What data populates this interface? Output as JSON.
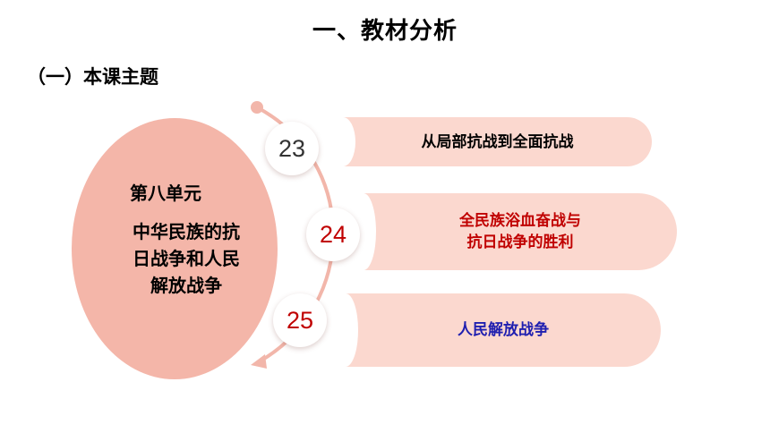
{
  "slide": {
    "title": "一、教材分析",
    "section_heading": "（一）本课主题"
  },
  "unit": {
    "label": "第八单元",
    "theme_lines": [
      "中华民族的抗",
      "日战争和人民",
      "解放战争"
    ]
  },
  "lessons": [
    {
      "number": "23",
      "title_lines": [
        "从局部抗战到全面抗战"
      ],
      "number_color": "#333333",
      "title_color": "#000000"
    },
    {
      "number": "24",
      "title_lines": [
        "全民族浴血奋战与",
        "抗日战争的胜利"
      ],
      "number_color": "#c00000",
      "title_color": "#c00000"
    },
    {
      "number": "25",
      "title_lines": [
        "人民解放战争"
      ],
      "number_color": "#c00000",
      "title_color": "#1f1fb0"
    }
  ],
  "colors": {
    "ellipse": "#f4b6a9",
    "pill": "#fbd8cf",
    "arc": "#f2b6aa"
  }
}
